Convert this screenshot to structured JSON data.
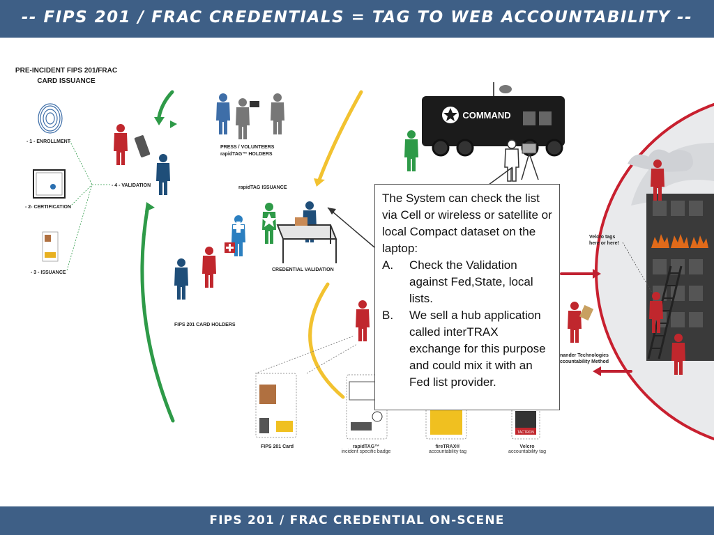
{
  "header": {
    "title": "-- FIPS 201 / FRAC CREDENTIALS = TAG TO WEB ACCOUNTABILITY --"
  },
  "footer": {
    "title": "FIPS 201 / FRAC CREDENTIAL ON-SCENE"
  },
  "pre_incident": {
    "heading_line1": "PRE-INCIDENT FIPS 201/FRAC",
    "heading_line2": "CARD ISSUANCE",
    "step1": "- 1 - ENROLLMENT",
    "step2": "- 2- CERTIFICATION",
    "step3": "- 3 - ISSUANCE",
    "step4": "- 4 - VALIDATION"
  },
  "labels": {
    "press_line1": "PRESS / VOLUNTEERS",
    "press_line2": "rapidTAG™ HOLDERS",
    "rapidtag_issuance": "rapidTAG ISSUANCE",
    "credential_validation": "CREDENTIAL VALIDATION",
    "fips_card_holders": "FIPS 201 CARD HOLDERS",
    "command": "COMMAND",
    "velcro_line1": "Velcro tags",
    "velcro_line2": "here or here!",
    "tech_line1": "nander Technologies",
    "tech_line2": "ccountability Method"
  },
  "badges": {
    "fips_card": "FIPS 201 Card",
    "rapidtag_title": "rapidTAG™",
    "rapidtag_sub": "incident specific badge",
    "firetrax_title": "fireTRAX®",
    "firetrax_sub": "accountability tag",
    "velcro_title": "Velcro",
    "velcro_sub": "accountability tag",
    "velcro_strip": "TACTRON"
  },
  "callout": {
    "intro": "The System can check the list via Cell or wireless or satellite or local Compact dataset on the laptop:",
    "items": [
      {
        "marker": "A.",
        "text": "Check the Validation against Fed,State, local lists."
      },
      {
        "marker": "B.",
        "text": "We sell a hub application called interTRAX exchange for this purpose and could mix it with an Fed list provider."
      }
    ]
  },
  "colors": {
    "banner": "#3e5f86",
    "firefighter_red": "#c0272d",
    "police_blue": "#1f4e79",
    "ems_blue": "#2b7fc0",
    "green": "#2e9a48",
    "gold_arrow": "#f2c230",
    "dark_red_arrow": "#c02030"
  },
  "icons": [
    "fingerprint-icon",
    "certificate-icon",
    "id-card-icon",
    "star-of-life-icon",
    "star-icon",
    "flame-icon",
    "ladder-icon"
  ]
}
